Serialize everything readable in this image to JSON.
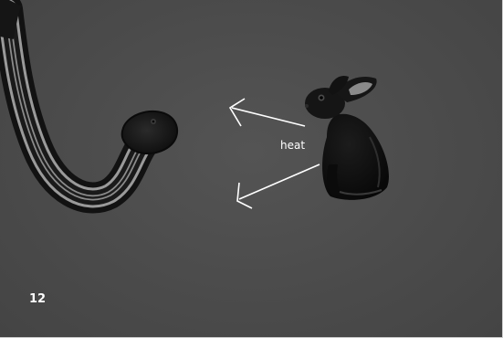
{
  "diagram": {
    "heat_label": "heat",
    "slide_number": "12",
    "nodes": [
      {
        "id": "snake",
        "icon": "snake-icon"
      },
      {
        "id": "rabbit",
        "icon": "rabbit-icon"
      }
    ],
    "edges": [
      {
        "from": "rabbit",
        "to": "snake",
        "label_ref": "heat_label",
        "count": 2
      }
    ]
  },
  "colors": {
    "background": "#4b4b4b",
    "arrow": "#ffffff",
    "text": "#ffffff"
  }
}
